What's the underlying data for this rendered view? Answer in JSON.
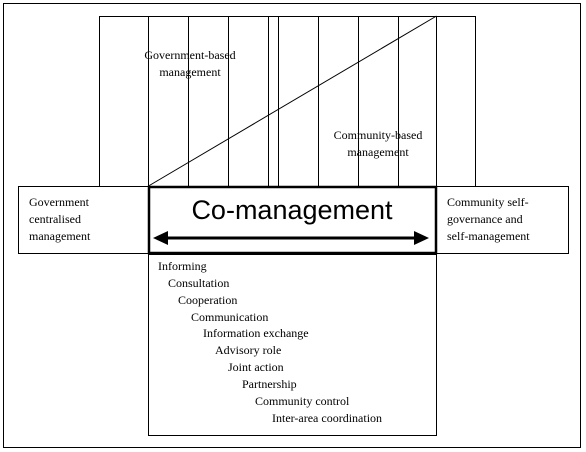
{
  "diagram": {
    "top_left_label": [
      "Government-based",
      "management"
    ],
    "top_right_label": [
      "Community-based",
      "management"
    ],
    "left_box": [
      "Government",
      "centralised",
      "management"
    ],
    "right_box": [
      "Community self-",
      "governance and",
      "self-management"
    ],
    "center_title": "Co-management",
    "steps": [
      "Informing",
      "Consultation",
      "Cooperation",
      "Communication",
      "Information exchange",
      "Advisory role",
      "Joint action",
      "Partnership",
      "Community control",
      "Inter-area coordination"
    ]
  }
}
